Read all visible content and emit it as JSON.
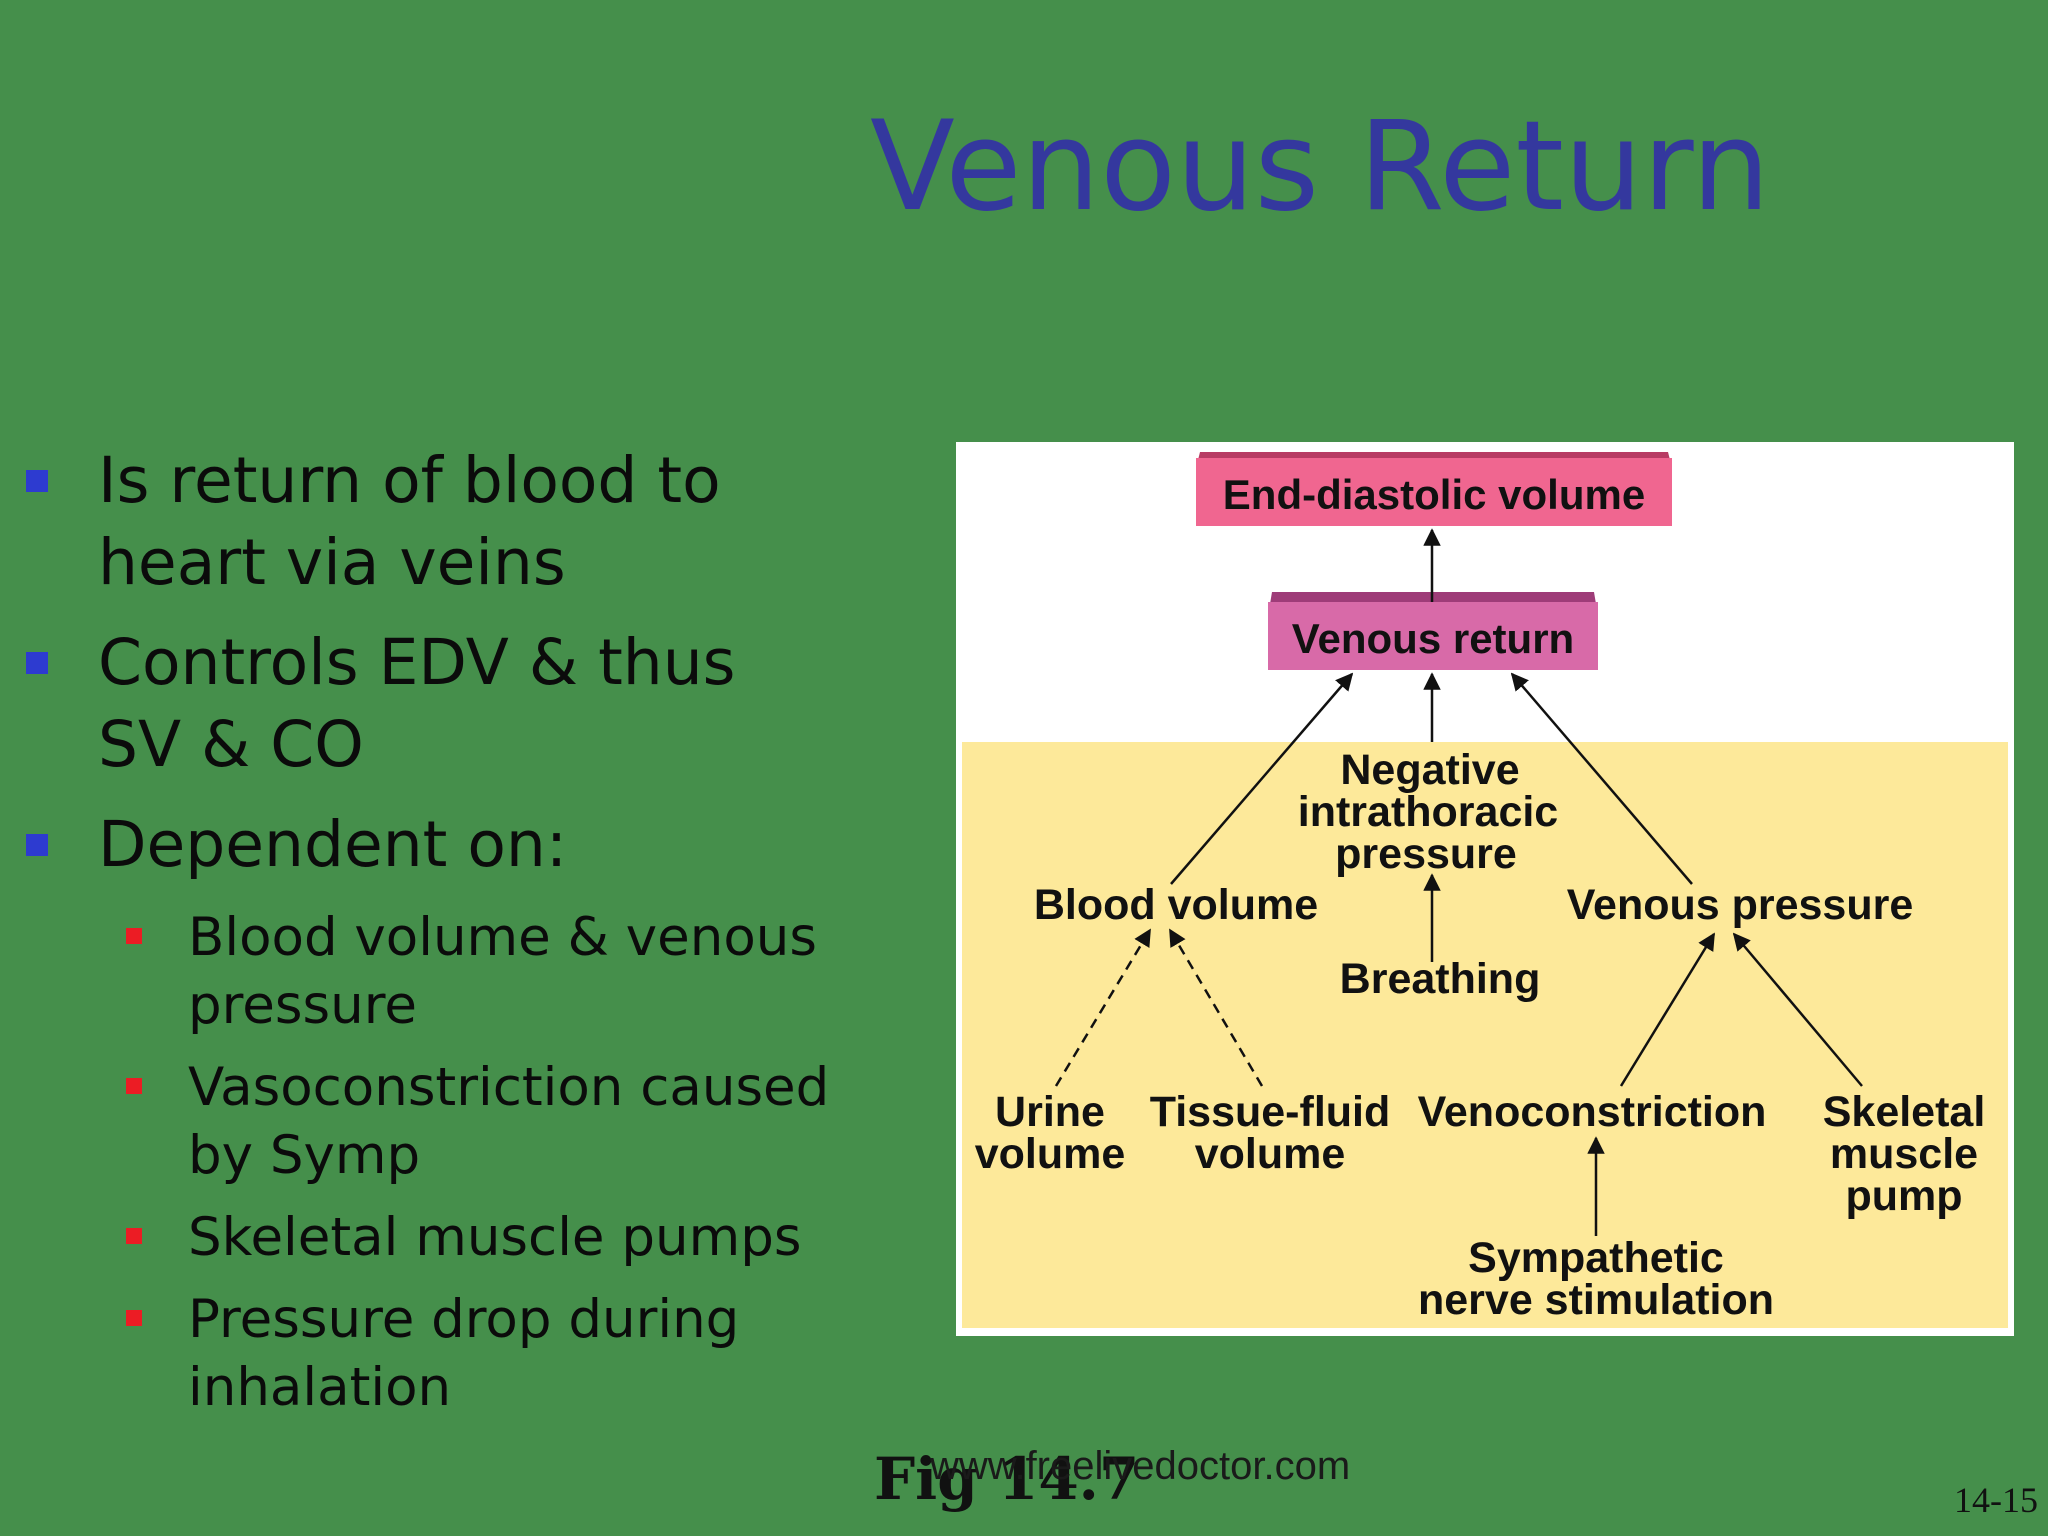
{
  "slide": {
    "title": "Venous Return",
    "bullets": [
      {
        "lines": [
          "Is return of blood to",
          "heart via veins"
        ]
      },
      {
        "lines": [
          "Controls EDV & thus",
          "SV & CO"
        ]
      },
      {
        "lines": [
          "Dependent on:"
        ]
      }
    ],
    "sub_bullets": [
      {
        "lines": [
          "Blood volume & venous",
          "pressure"
        ]
      },
      {
        "lines": [
          "Vasoconstriction caused",
          "by Symp"
        ]
      },
      {
        "lines": [
          "Skeletal muscle pumps"
        ]
      },
      {
        "lines": [
          "Pressure drop during",
          "inhalation"
        ]
      }
    ],
    "figure_caption": "Fig 14.7",
    "watermark": "www.freelivedoctor.com",
    "page_number": "14-15"
  },
  "diagram": {
    "boxes": {
      "edv": "End-diastolic volume",
      "venous_return": "Venous return"
    },
    "nodes": {
      "negative_intrathoracic": [
        "Negative",
        "intrathoracic",
        "pressure"
      ],
      "blood_volume": "Blood volume",
      "venous_pressure": "Venous pressure",
      "breathing": "Breathing",
      "urine_volume": [
        "Urine",
        "volume"
      ],
      "tissue_fluid_volume": [
        "Tissue-fluid",
        "volume"
      ],
      "venoconstriction": "Venoconstriction",
      "skeletal_muscle_pump": [
        "Skeletal",
        "muscle",
        "pump"
      ],
      "sympathetic_nerve": [
        "Sympathetic",
        "nerve stimulation"
      ]
    },
    "colors": {
      "edv_box": "#f06690",
      "venous_return_box": "#d86aa8",
      "panel_bg": "#fde99a",
      "title": "#34389e",
      "slide_bg": "#458f4b",
      "bullet_marker": "#2d3bd0",
      "sub_bullet_marker": "#ec1c24"
    }
  }
}
